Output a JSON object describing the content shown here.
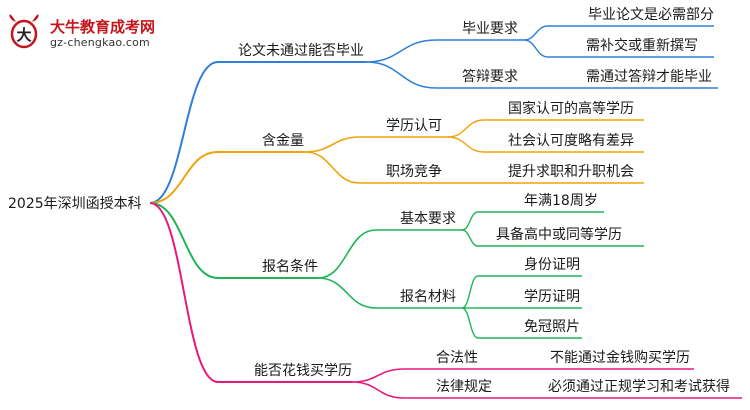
{
  "logo": {
    "title": "大牛教育成考网",
    "url": "gz-chengkao.com"
  },
  "colors": {
    "blue": "#2f7fd8",
    "orange": "#f2a20c",
    "green": "#1fb555",
    "pink": "#e8197b"
  },
  "mindmap": {
    "root": "2025年深圳函授本科",
    "branches": [
      {
        "label": "论文未通过能否毕业",
        "color": "blue",
        "children": [
          {
            "label": "毕业要求",
            "children": [
              "毕业论文是必需部分",
              "需补交或重新撰写"
            ]
          },
          {
            "label": "答辩要求",
            "children": [
              "需通过答辩才能毕业"
            ]
          }
        ]
      },
      {
        "label": "含金量",
        "color": "orange",
        "children": [
          {
            "label": "学历认可",
            "children": [
              "国家认可的高等学历",
              "社会认可度略有差异"
            ]
          },
          {
            "label": "职场竞争",
            "children": [
              "提升求职和升职机会"
            ]
          }
        ]
      },
      {
        "label": "报名条件",
        "color": "green",
        "children": [
          {
            "label": "基本要求",
            "children": [
              "年满18周岁",
              "具备高中或同等学历"
            ]
          },
          {
            "label": "报名材料",
            "children": [
              "身份证明",
              "学历证明",
              "免冠照片"
            ]
          }
        ]
      },
      {
        "label": "能否花钱买学历",
        "color": "pink",
        "children": [
          {
            "label": "合法性",
            "children": [
              "不能通过金钱购买学历"
            ]
          },
          {
            "label": "法律规定",
            "children": [
              "必须通过正规学习和考试获得"
            ]
          }
        ]
      }
    ]
  }
}
